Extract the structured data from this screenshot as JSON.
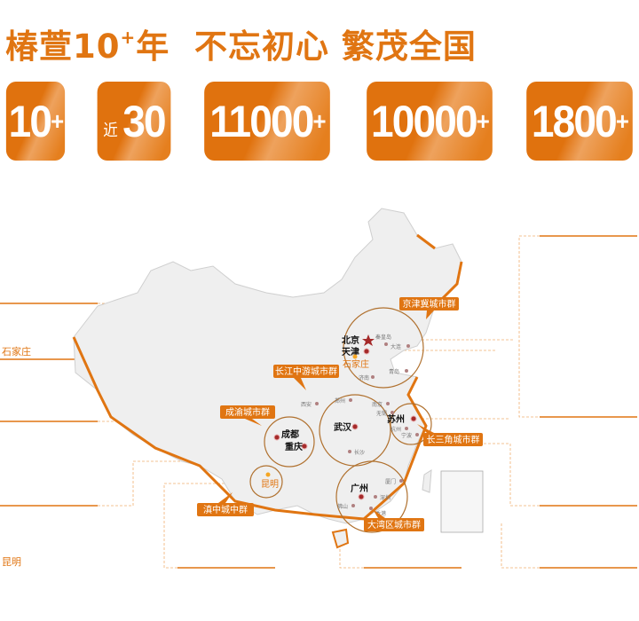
{
  "headline": {
    "part1": "椿萱10",
    "sup": "+",
    "part2": "年  不忘初心 繁茂全国"
  },
  "stats": [
    {
      "prefix": "",
      "value": "10",
      "sup": "+"
    },
    {
      "prefix": "近",
      "value": "30",
      "sup": ""
    },
    {
      "prefix": "",
      "value": "11000",
      "sup": "+"
    },
    {
      "prefix": "",
      "value": "10000",
      "sup": "+"
    },
    {
      "prefix": "",
      "value": "1800",
      "sup": "+"
    }
  ],
  "side_labels": {
    "shijiazhuang": "石家庄",
    "kunming": "昆明"
  },
  "clusters": [
    "京津冀城市群",
    "长江中游城市群",
    "成渝城市群",
    "长三角城市群",
    "滇中城中群",
    "大湾区城市群"
  ],
  "cities": {
    "major": [
      "北京",
      "天津",
      "武汉",
      "成都",
      "重庆",
      "苏州",
      "广州"
    ],
    "orange": [
      "石家庄",
      "昆明"
    ],
    "minor": [
      "秦皇岛",
      "大连",
      "青岛",
      "济南",
      "西安",
      "郑州",
      "南京",
      "无锡",
      "杭州",
      "宁波",
      "长沙",
      "厦门",
      "深圳",
      "佛山",
      "香港"
    ]
  },
  "colors": {
    "accent": "#e07512",
    "ring": "#b0712f",
    "map": "#efefef"
  }
}
